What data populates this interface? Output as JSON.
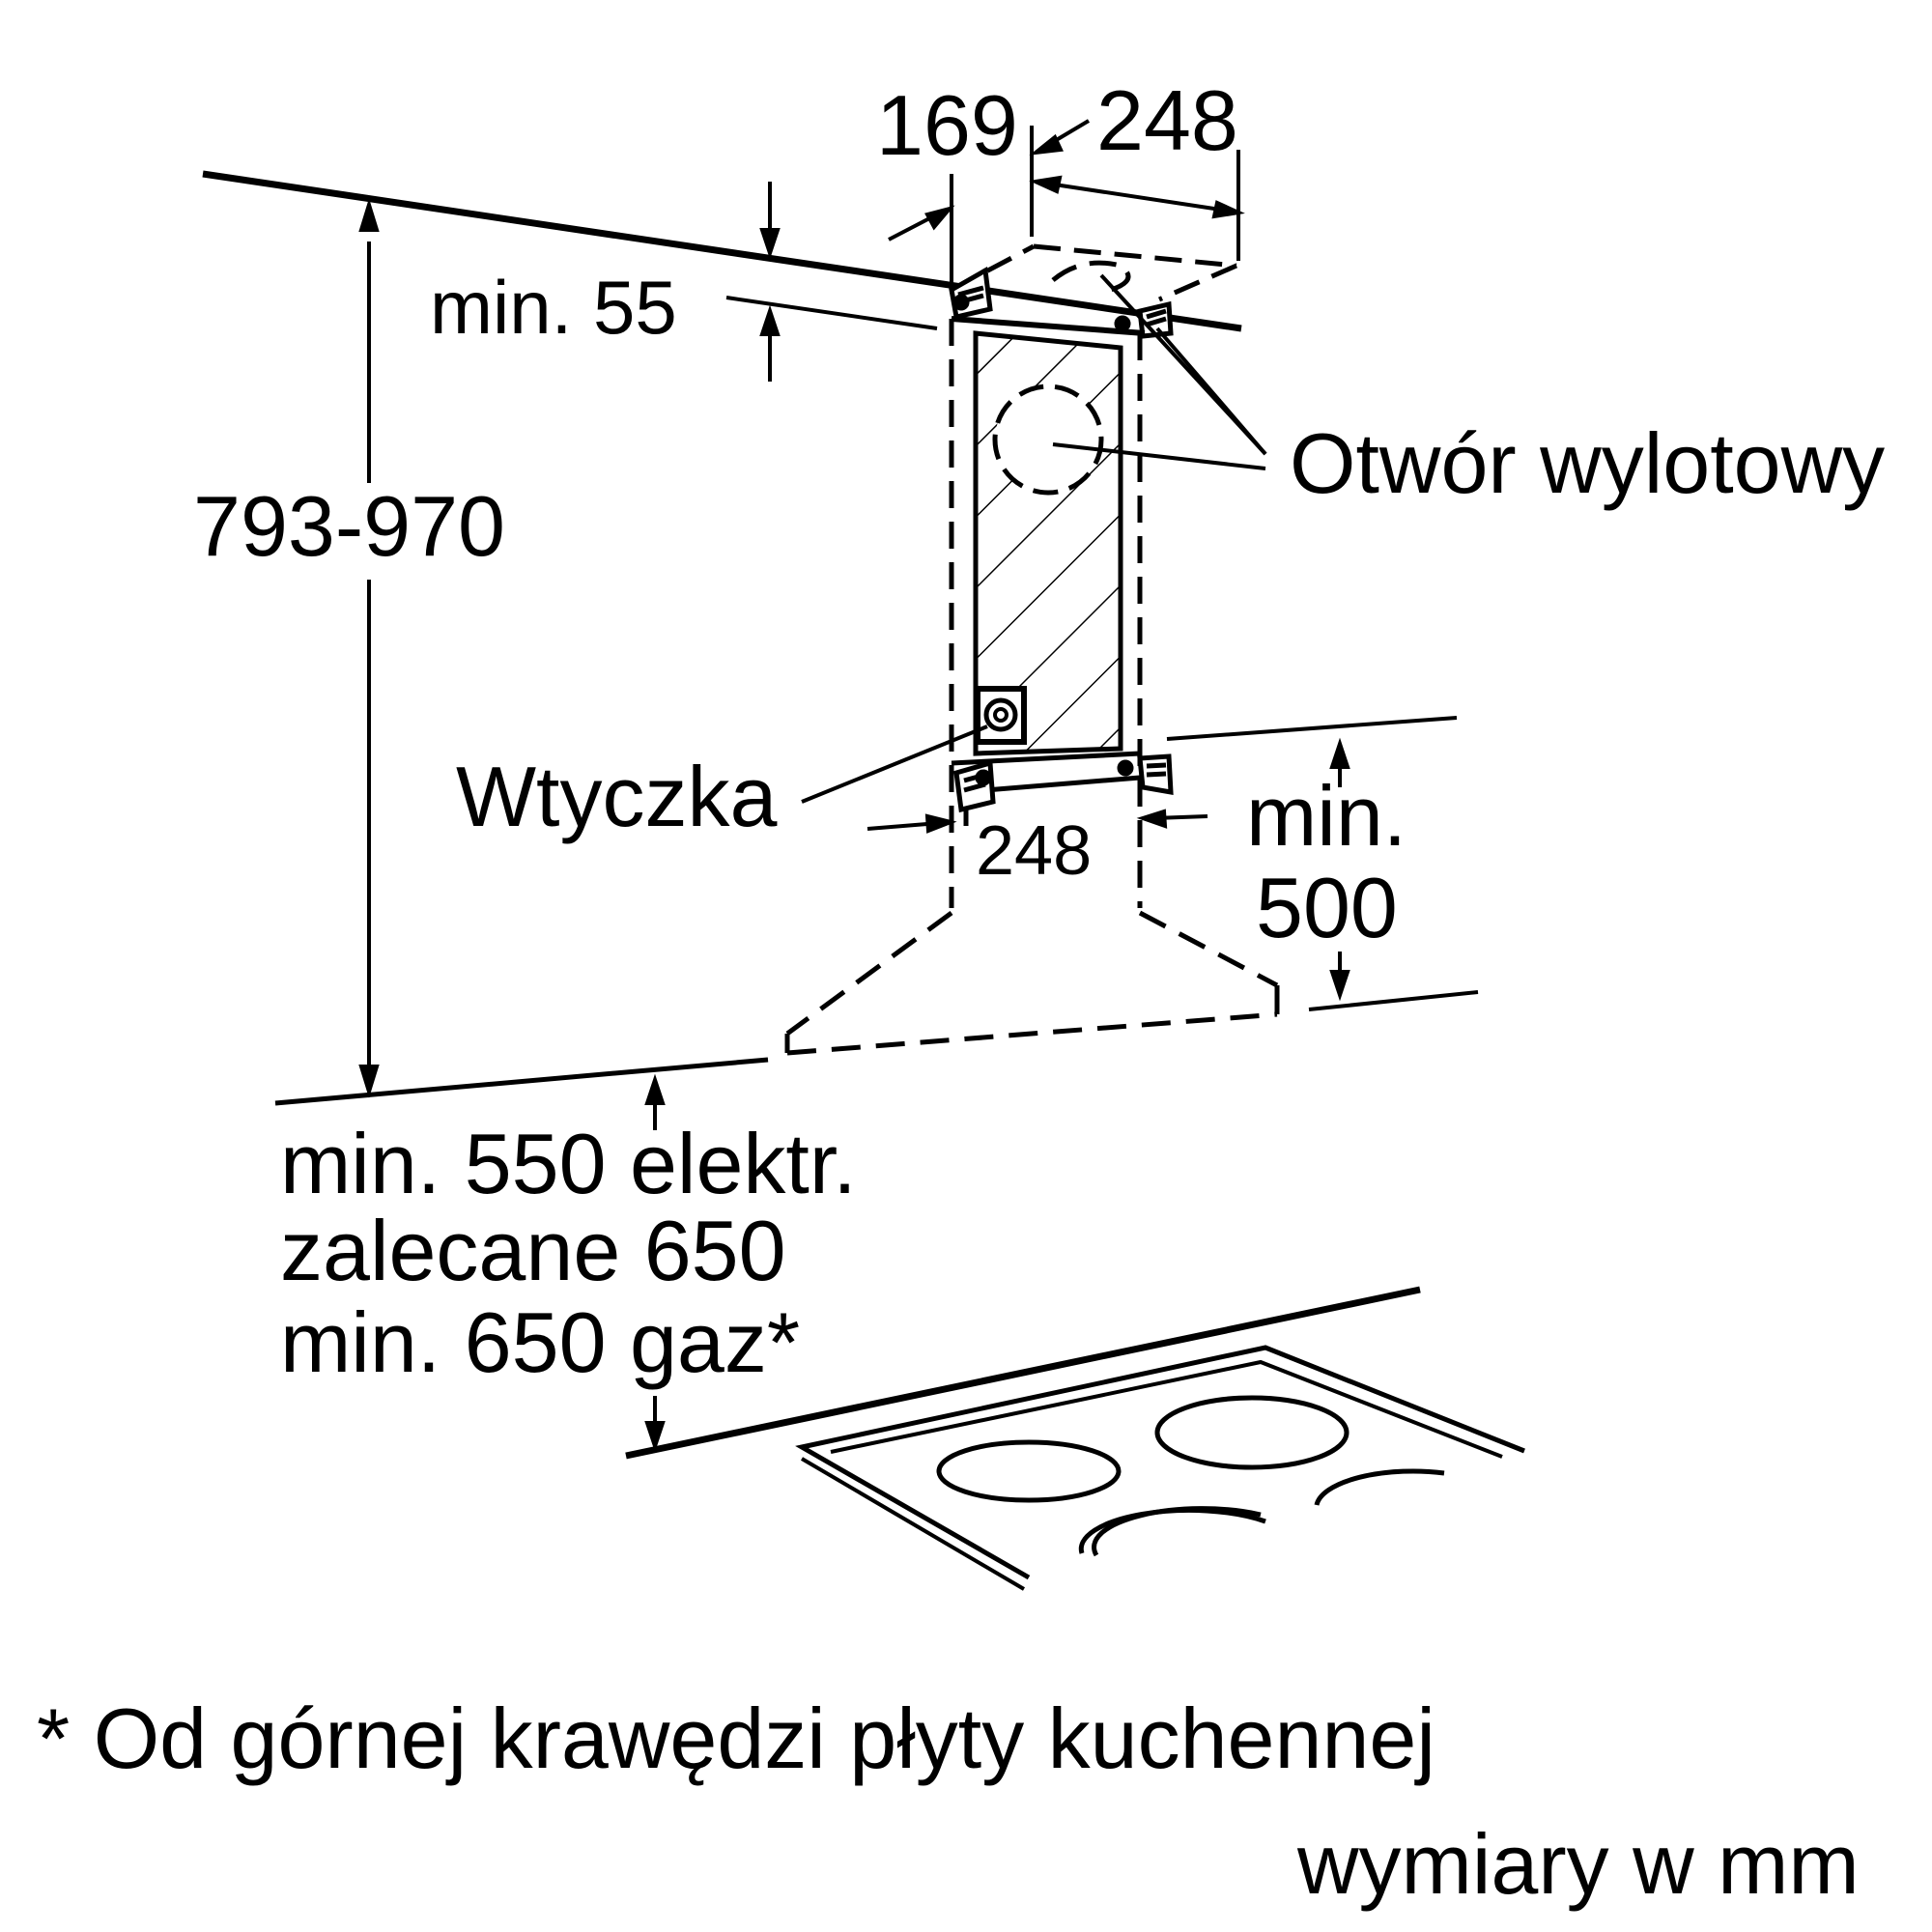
{
  "labels": {
    "dim_169": "169",
    "dim_248_top": "248",
    "min_55": "min. 55",
    "height_range": "793-970",
    "outlet": "Otwór wylotowy",
    "plug": "Wtyczka",
    "dim_248_bottom": "248",
    "min_500_line1": "min.",
    "min_500_line2": "500",
    "clearance_line1": "min. 550 elektr.",
    "clearance_line2": "zalecane 650",
    "clearance_line3": "min. 650 gaz*",
    "footnote": "* Od górnej krawędzi płyty kuchennej",
    "units": "wymiary w mm"
  },
  "colors": {
    "ink": "#000000",
    "background": "#ffffff"
  }
}
